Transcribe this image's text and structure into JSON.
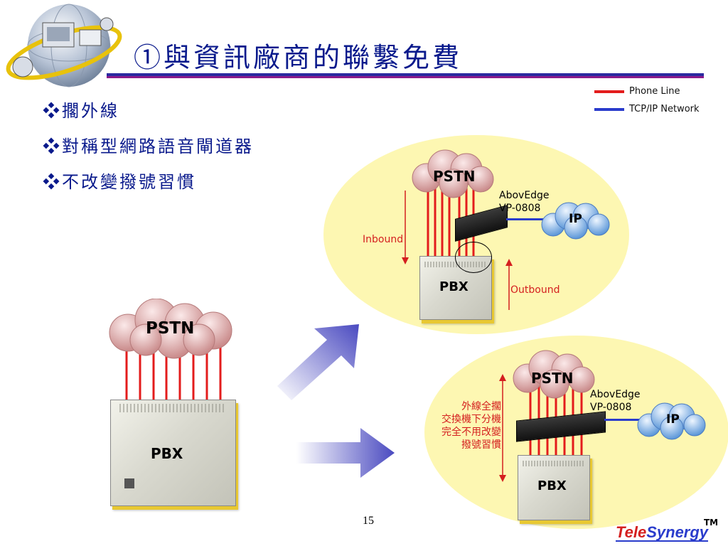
{
  "slide": {
    "title": "➀與資訊廠商的聯繫免費",
    "bullets": [
      {
        "marker": "❖",
        "text": "擱外線"
      },
      {
        "marker": "❖",
        "text": "對稱型網路語音閘道器"
      },
      {
        "marker": "❖",
        "text": "不改變撥號習慣"
      }
    ],
    "page_number": "15"
  },
  "legend": {
    "phone_line": {
      "label": "Phone Line",
      "color": "#e31c1c"
    },
    "tcpip": {
      "label": "TCP/IP Network",
      "color": "#2a3ccc"
    }
  },
  "left": {
    "pstn": "PSTN",
    "pbx": "PBX"
  },
  "top": {
    "pstn": "PSTN",
    "device_line1": "AbovEdge",
    "device_line2": "VP-0808",
    "ip": "IP",
    "pbx": "PBX",
    "inbound": "Inbound",
    "outbound": "Outbound"
  },
  "bottom": {
    "pstn": "PSTN",
    "device_line1": "AbovEdge",
    "device_line2": "VP-0808",
    "ip": "IP",
    "pbx": "PBX",
    "note": [
      "外線全擱",
      "交換機下分機",
      "完全不用改變",
      "撥號習慣"
    ]
  },
  "brand": {
    "prefix": "Tele",
    "suffix": "Synergy",
    "tm": "TM"
  },
  "colors": {
    "title": "#0a1a8c",
    "phone_line": "#e31c1c",
    "network": "#2a3ccc",
    "ellipse": "#fdf7b2",
    "note": "#d41f1f"
  }
}
